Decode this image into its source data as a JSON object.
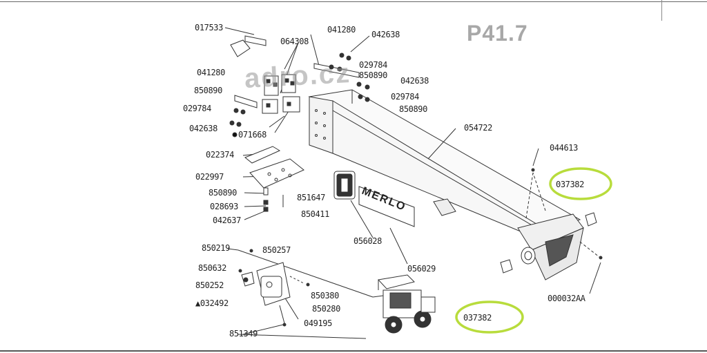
{
  "sheet_code": "P41.7",
  "watermark": "adro.cz",
  "logo_text": "MERLO",
  "highlight_color": "#b8dc3c",
  "parts": {
    "p017533": "017533",
    "p064308": "064308",
    "p041280_l": "041280",
    "p850890_l": "850890",
    "p029784_l": "029784",
    "p042638_l": "042638",
    "p071668": "071668",
    "p041280_t": "041280",
    "p042638_t": "042638",
    "p029784_t": "029784",
    "p850890_t": "850890",
    "p042638_m": "042638",
    "p029784_m": "029784",
    "p850890_m": "850890",
    "p054722": "054722",
    "p022374": "022374",
    "p022997": "022997",
    "p850890_b": "850890",
    "p028693": "028693",
    "p042637": "042637",
    "p851647": "851647",
    "p850411": "850411",
    "p044613": "044613",
    "p037382_r": "037382",
    "p037382_b": "037382",
    "p000032AA": "000032AA",
    "p056028": "056028",
    "p056029": "056029",
    "p850219": "850219",
    "p850257": "850257",
    "p850632": "850632",
    "p850252": "850252",
    "p032492": "▲032492",
    "p850380": "850380",
    "p850280": "850280",
    "p049195": "049195",
    "p851349": "851349"
  }
}
